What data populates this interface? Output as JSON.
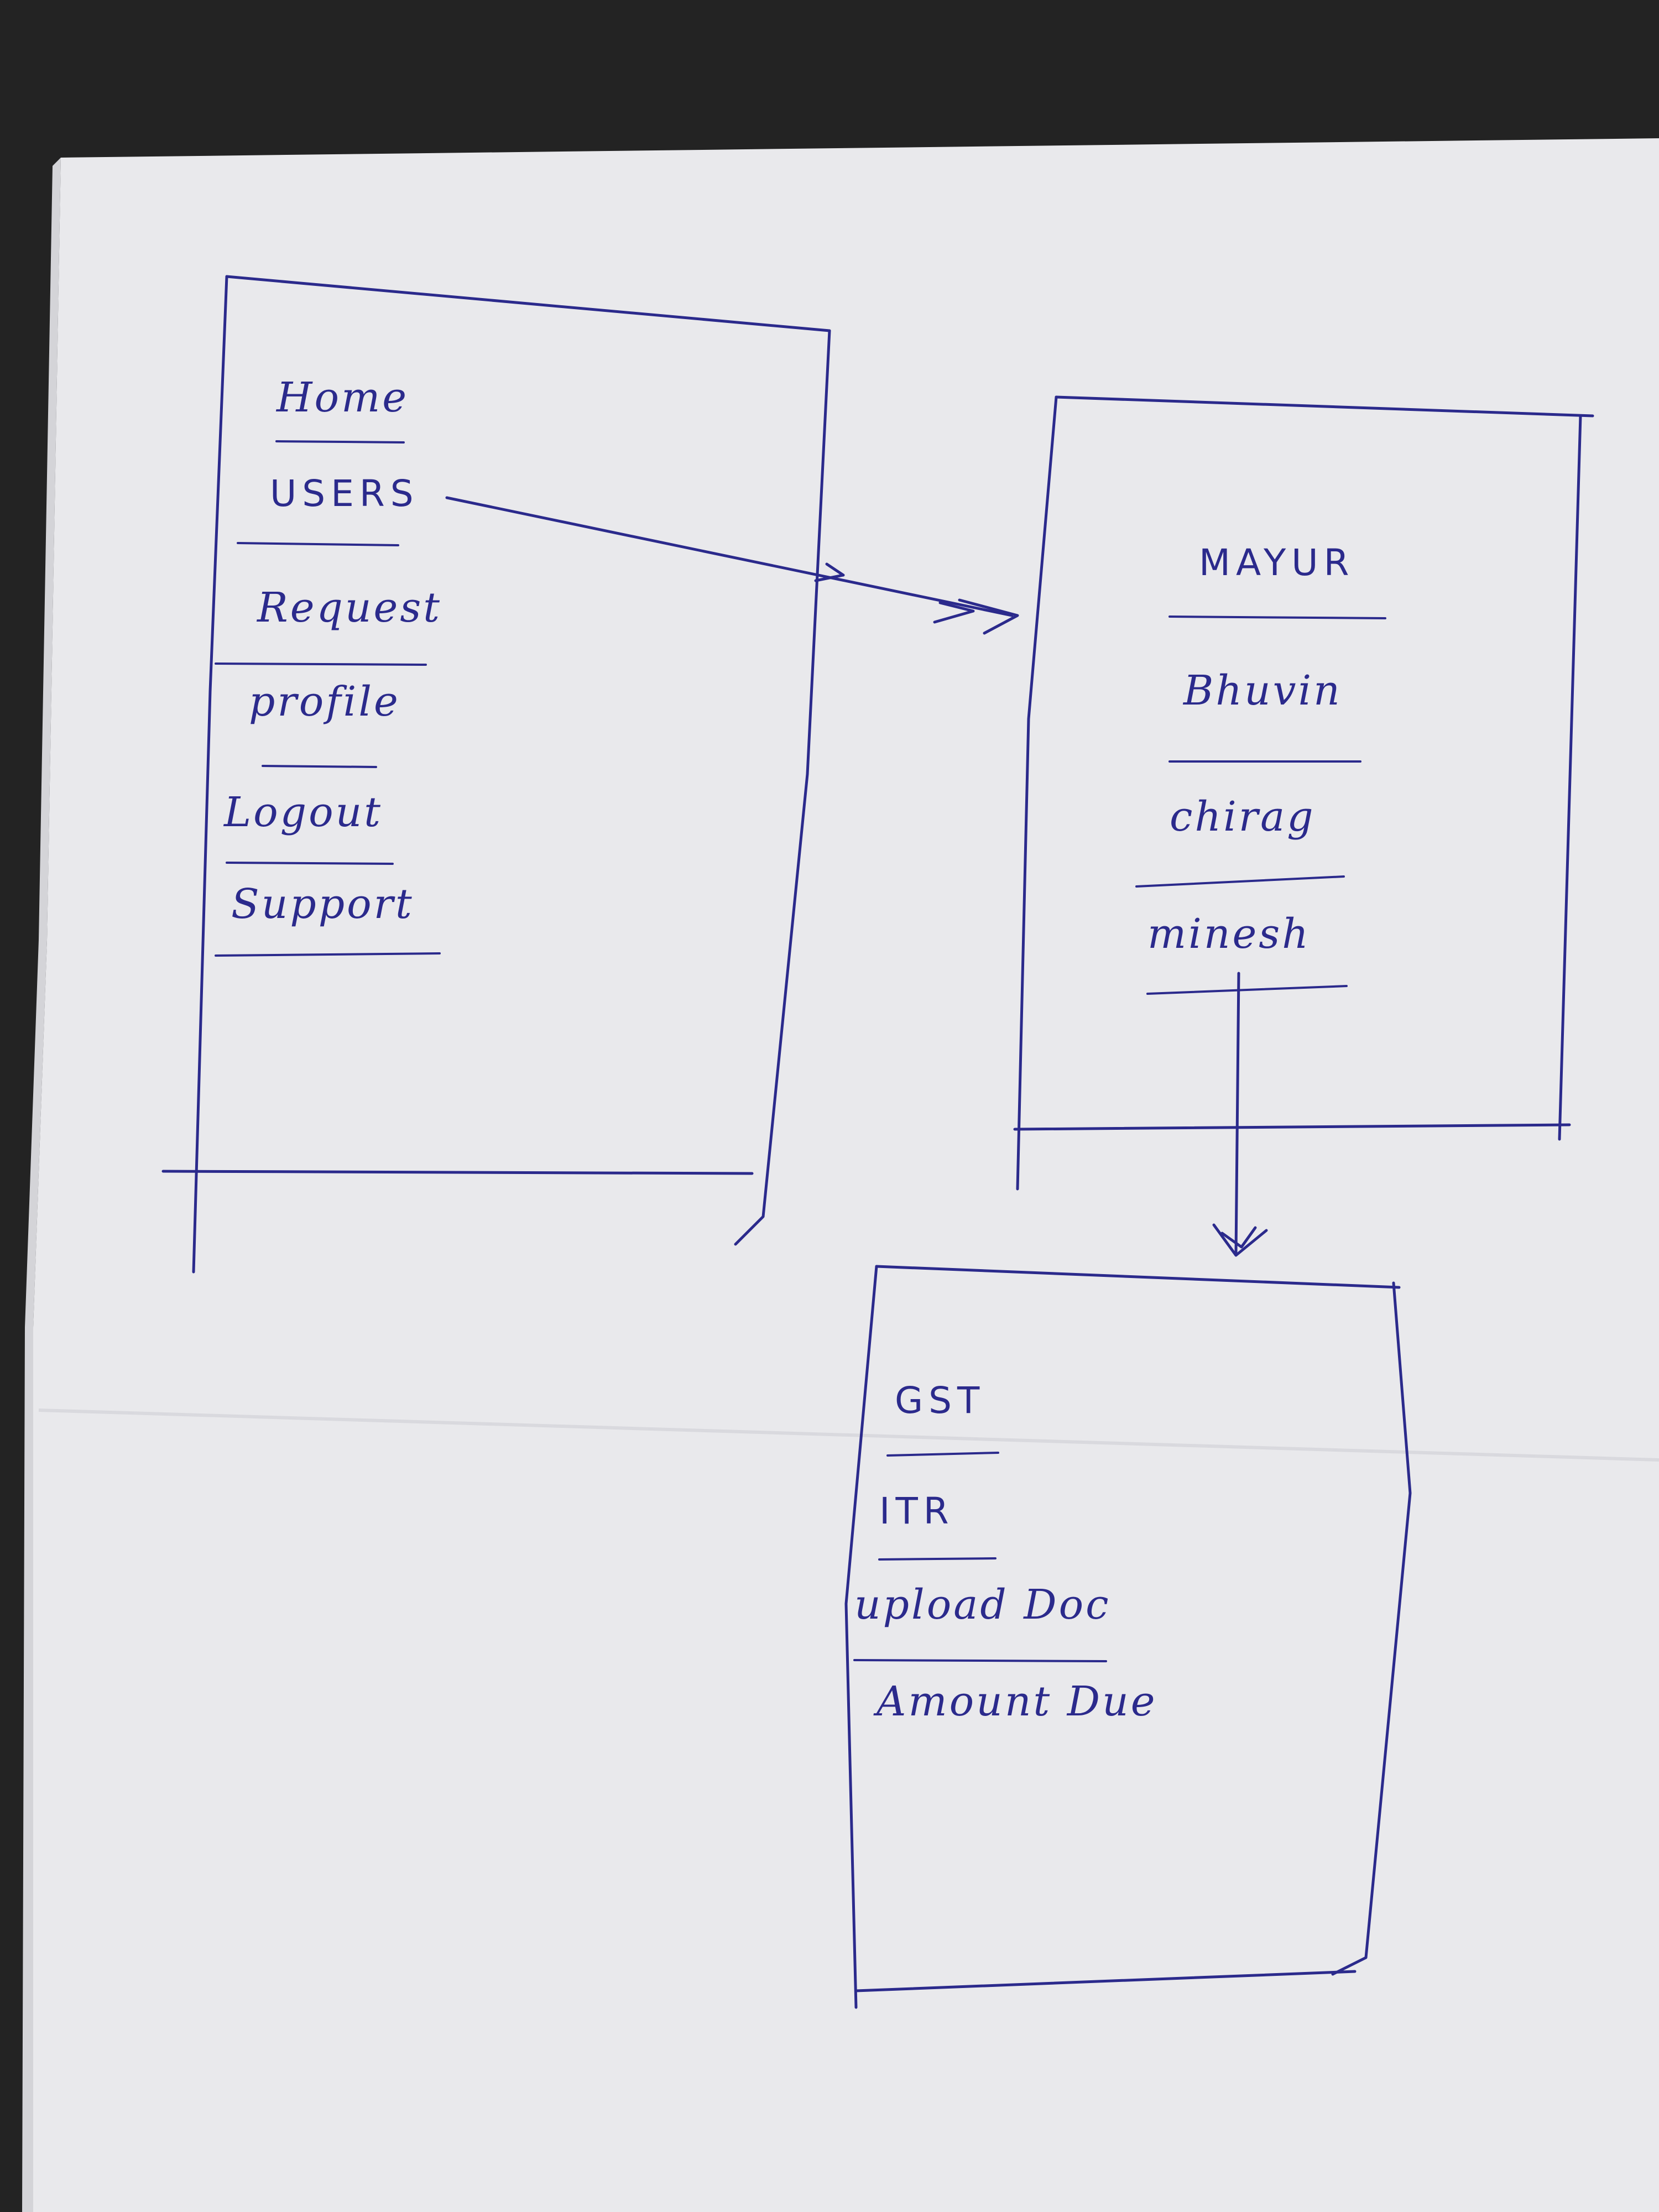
{
  "colors": {
    "ink": "#2b2a8c",
    "paper": "#e9e9ec",
    "background": "#232323"
  },
  "menu_panel": {
    "items": [
      "Home",
      "USERS",
      "Request",
      "profile",
      "Logout",
      "Support"
    ]
  },
  "users_panel": {
    "items": [
      "MAYUR",
      "Bhuvin",
      "chirag",
      "minesh"
    ]
  },
  "services_panel": {
    "items": [
      "GST",
      "ITR",
      "upload Doc",
      "Amount Due"
    ]
  },
  "arrows": [
    {
      "from": "USERS",
      "to": "users_panel"
    },
    {
      "from": "minesh",
      "to": "services_panel"
    }
  ]
}
